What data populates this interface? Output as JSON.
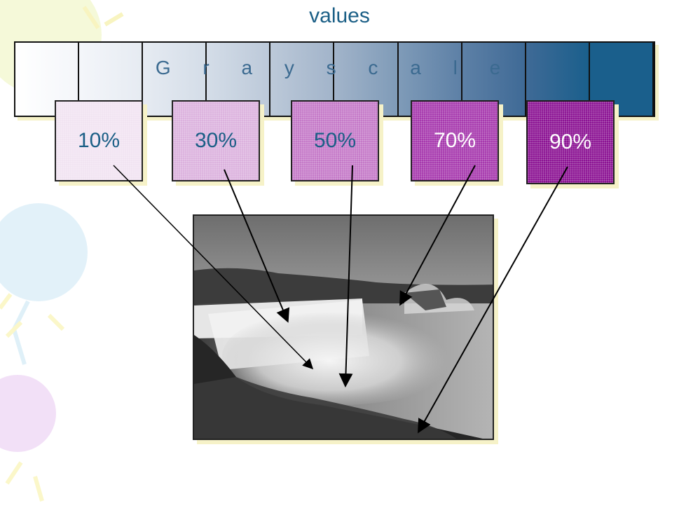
{
  "title": "values",
  "scale_label": "G r a y   s c a l e",
  "scale_colors": [
    "#ffffff",
    "#f4f6fa",
    "#e6ebf2",
    "#d4dde8",
    "#bcc9d9",
    "#a2b4ca",
    "#7f9bb8",
    "#5d80a6",
    "#3f6a96",
    "#1a5f8c"
  ],
  "swatches": [
    {
      "label": "10%",
      "color": "#f1e4f2",
      "text_color": "#1b5f86"
    },
    {
      "label": "30%",
      "color": "#dcb2de",
      "text_color": "#1b5f86"
    },
    {
      "label": "50%",
      "color": "#c57ac8",
      "text_color": "#1b5f86"
    },
    {
      "label": "70%",
      "color": "#a73aae",
      "text_color": "#ffffff"
    },
    {
      "label": "90%",
      "color": "#8c1494",
      "text_color": "#ffffff"
    }
  ]
}
